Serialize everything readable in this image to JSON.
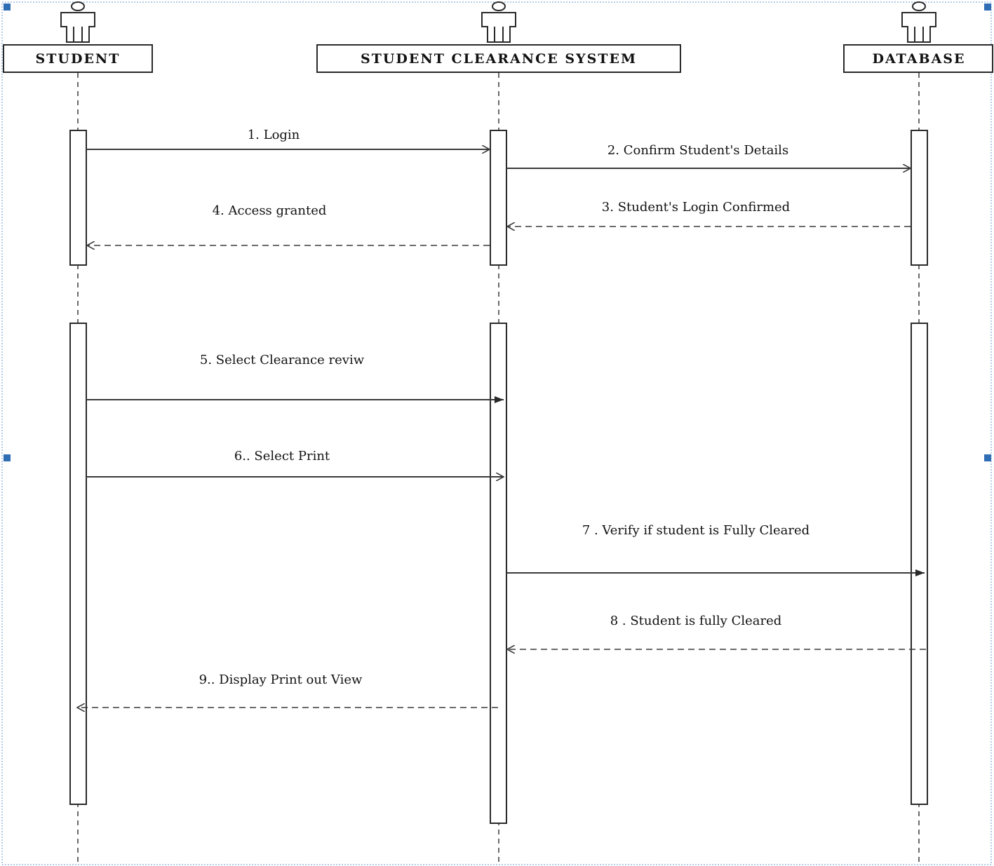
{
  "participants": [
    {
      "id": "student",
      "label": "STUDENT"
    },
    {
      "id": "system",
      "label": "STUDENT CLEARANCE SYSTEM"
    },
    {
      "id": "database",
      "label": "DATABASE"
    }
  ],
  "messages": [
    {
      "label": "1. Login",
      "from": "student",
      "to": "system",
      "style": "solid"
    },
    {
      "label": "2. Confirm Student's Details",
      "from": "system",
      "to": "database",
      "style": "solid"
    },
    {
      "label": "3. Student's Login Confirmed",
      "from": "database",
      "to": "system",
      "style": "dashed"
    },
    {
      "label": "4. Access granted",
      "from": "system",
      "to": "student",
      "style": "dashed"
    },
    {
      "label": "5. Select Clearance reviw",
      "from": "student",
      "to": "system",
      "style": "solid"
    },
    {
      "label": "6.. Select Print",
      "from": "student",
      "to": "system",
      "style": "solid"
    },
    {
      "label": "7 . Verify if student is Fully Cleared",
      "from": "system",
      "to": "database",
      "style": "solid"
    },
    {
      "label": "8 . Student is fully Cleared",
      "from": "database",
      "to": "system",
      "style": "dashed"
    },
    {
      "label": "9.. Display Print out View",
      "from": "system",
      "to": "student",
      "style": "dashed"
    }
  ],
  "colors": {
    "line": "#3a3a3a",
    "selection": "#2f6db5",
    "frame": "#6a9ad0"
  }
}
